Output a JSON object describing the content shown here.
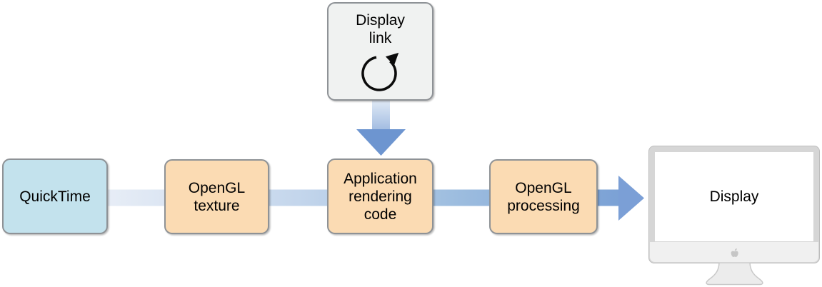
{
  "nodes": {
    "quicktime": {
      "label": "QuickTime"
    },
    "opengl_texture": {
      "label": "OpenGL texture"
    },
    "display_link": {
      "label": "Display link"
    },
    "app_rendering": {
      "label": "Application rendering code"
    },
    "opengl_processing": {
      "label": "OpenGL processing"
    },
    "display": {
      "label": "Display"
    }
  },
  "flow": {
    "sequence": [
      "QuickTime",
      "OpenGL texture",
      "Application rendering code",
      "OpenGL processing",
      "Display"
    ],
    "branch": "Display link -> Application rendering code"
  },
  "icons": {
    "display_link_icon": "circular-arrow-icon",
    "display_device": "imac-monitor",
    "chin_logo": "apple-logo-icon"
  },
  "colors": {
    "node_blue": "#c3e2ed",
    "node_orange": "#fbdbb3",
    "node_gray": "#f0f2f1",
    "node_border": "#8e9296",
    "flow_1": "#e7edf6",
    "flow_2": "#c4d6ec",
    "flow_3": "#9dbddf",
    "flow_4": "#7ba1d5",
    "arrowhead": "#7b9fd6",
    "vert_top": "#dfe9f5",
    "vert_bottom": "#6d95d0",
    "monitor_frame": "#d6d6d6",
    "monitor_chin": "#f0f0f0",
    "text": "#000000"
  }
}
